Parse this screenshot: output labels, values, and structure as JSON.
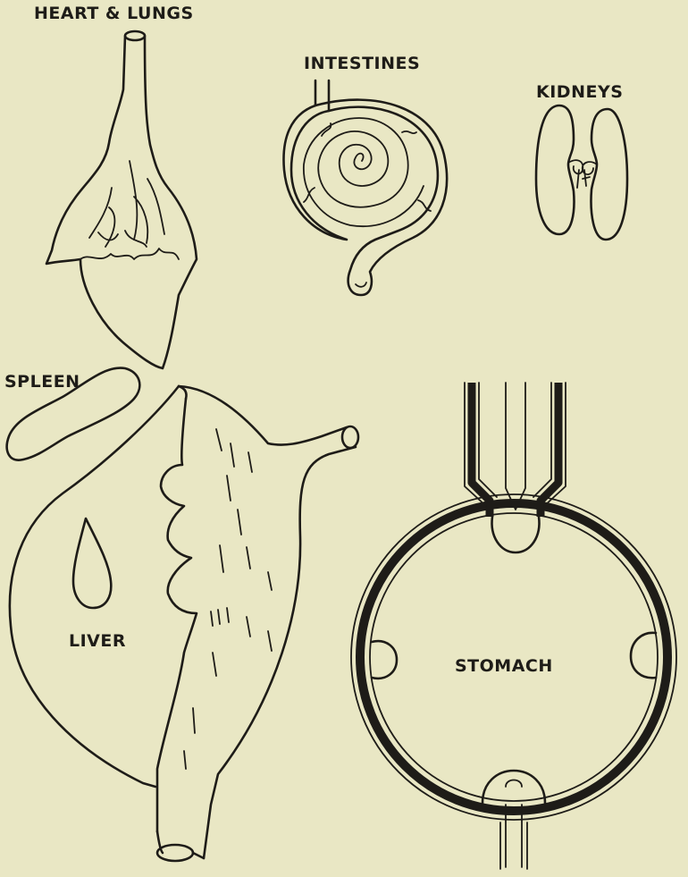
{
  "labels": {
    "heart_lungs": "HEART & LUNGS",
    "intestines": "INTESTINES",
    "kidneys": "KIDNEYS",
    "spleen": "SPLEEN",
    "liver": "LIVER",
    "stomach": "STOMACH"
  },
  "colors": {
    "background": "#e9e7c4",
    "ink": "#1e1c18"
  }
}
